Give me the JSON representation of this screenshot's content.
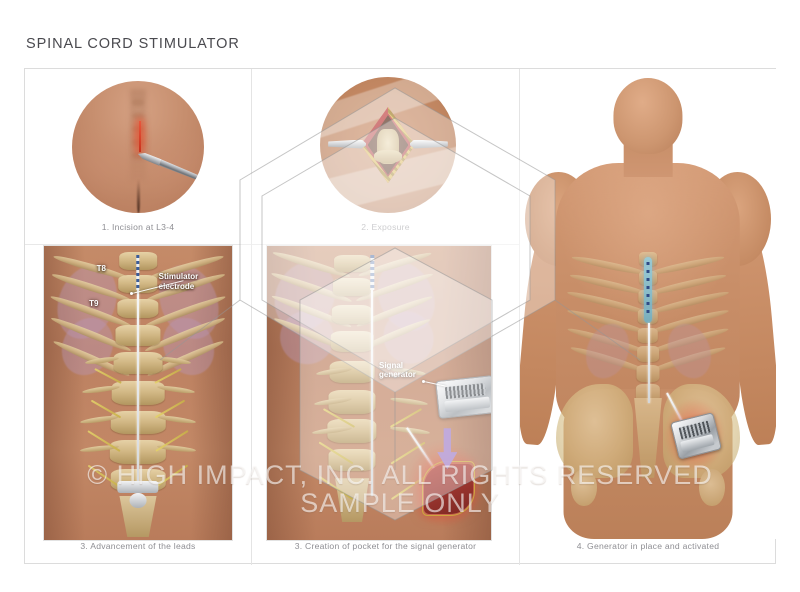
{
  "board": {
    "title": "SPINAL CORD STIMULATOR"
  },
  "panels": [
    {
      "id": "incision",
      "caption": "1. Incision at L3-4",
      "art": "circular-inset-skin-with-scalpel-incision"
    },
    {
      "id": "exposure",
      "caption": "2. Exposure",
      "art": "circular-inset-retracted-wound-exposing-vertebra"
    },
    {
      "id": "advancement",
      "caption": "3. Advancement of the leads",
      "art": "posterior-lumbar-spine-with-stimulator-lead",
      "labels": [
        {
          "id": "t8",
          "text": "T8"
        },
        {
          "id": "t9",
          "text": "T9"
        },
        {
          "id": "stimulator-electrode",
          "text": "Stimulator\nelectrode"
        }
      ]
    },
    {
      "id": "pocket",
      "caption": "3. Creation of pocket for the signal generator",
      "art": "posterior-lumbar-spine-with-subcutaneous-pocket",
      "labels": [
        {
          "id": "signal-generator",
          "text": "Signal\ngenerator"
        }
      ]
    },
    {
      "id": "activated",
      "caption": "4. Generator in place and activated",
      "art": "posterior-male-figure-with-implanted-stimulator"
    }
  ],
  "watermark": {
    "line1": "© HIGH IMPACT, INC. ALL RIGHTS RESERVED",
    "line2": "SAMPLE ONLY"
  },
  "colors": {
    "title_text": "#4a4a4f",
    "caption_text": "#8e8e93",
    "frame_border": "#dcdcdc",
    "label_text": "#ffffff",
    "skin": "#c78f6f",
    "bone": "#d1b784",
    "electrode_blue": "#6cb0c8",
    "wound_red": "#b8453c",
    "arrow_purple": "#a07fd0"
  }
}
